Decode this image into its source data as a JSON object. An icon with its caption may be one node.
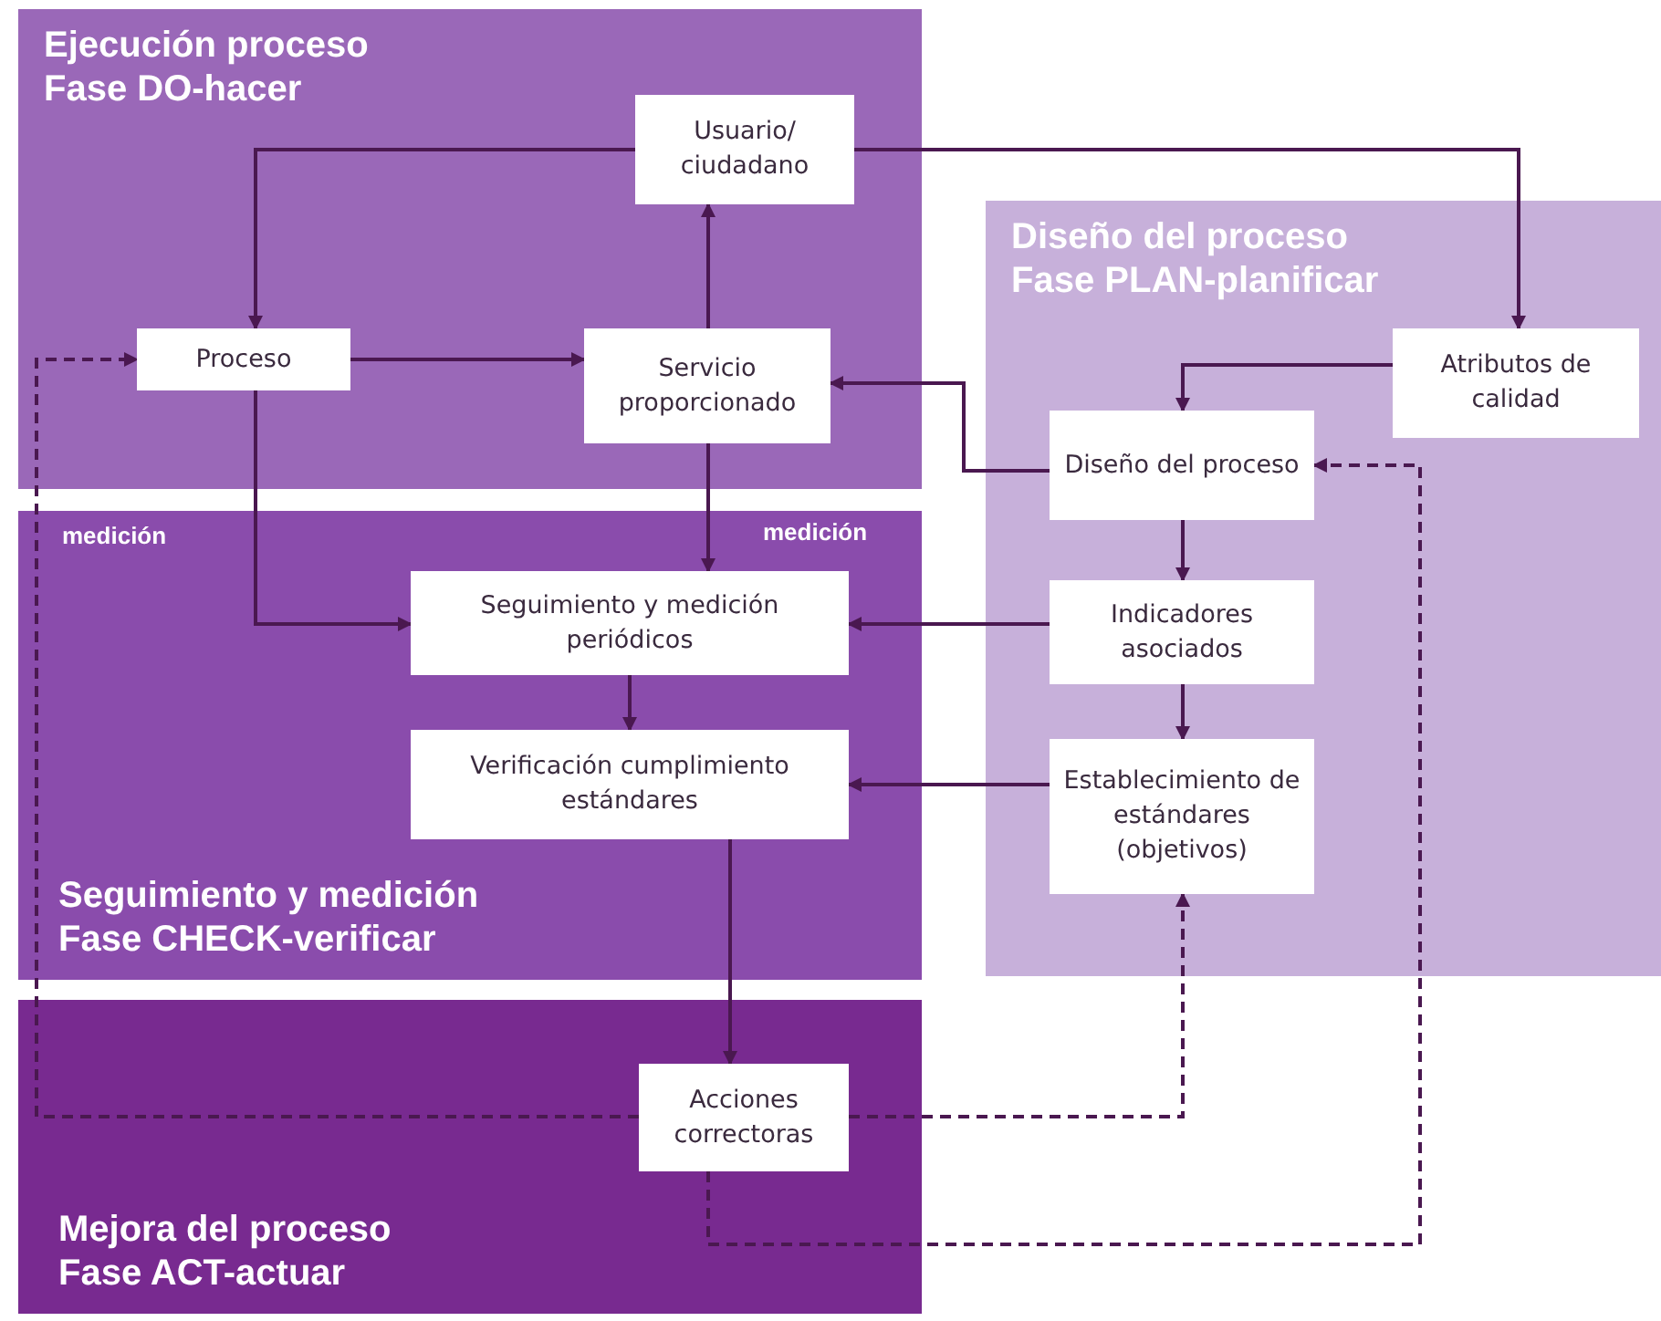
{
  "diagram": {
    "nodes": [
      {
        "text": [
          "Ejecución proceso",
          "Fase DO-hacer"
        ]
      },
      {
        "text": [
          "Usuario/ ciudadano"
        ],
        "in": 0
      },
      {
        "text": [
          "Proceso"
        ],
        "in": 0
      },
      {
        "text": [
          "Servicio proporcionado"
        ],
        "in": 0
      },
      {
        "text": [
          "Seguimiento y medición",
          "Fase CHECK-verificar"
        ]
      },
      {
        "text": [
          "Seguimiento y medición periódicos"
        ],
        "in": 4
      },
      {
        "text": [
          "Verificación cumplimiento estándares"
        ],
        "in": 4
      },
      {
        "text": [
          "Mejora del proceso",
          "Fase ACT-actuar"
        ]
      },
      {
        "text": [
          "Acciones correctoras"
        ],
        "in": 7
      },
      {
        "text": [
          "Diseño del proceso",
          "Fase PLAN-planificar"
        ]
      },
      {
        "text": [
          "Atributos de calidad"
        ],
        "in": 9
      },
      {
        "text": [
          "Diseño del proceso"
        ],
        "in": 9
      },
      {
        "text": [
          "Indicadores asociados"
        ],
        "in": 9
      },
      {
        "text": [
          "Establecimiento de estándares (objetivos)"
        ],
        "in": 9
      }
    ],
    "edges": [
      {
        "from": 1,
        "to": 2,
        "arrow": "to"
      },
      {
        "from": 1,
        "to": 10,
        "arrow": "to"
      },
      {
        "from": 2,
        "to": 3,
        "arrow": "to"
      },
      {
        "from": 3,
        "to": 1,
        "arrow": "to"
      },
      {
        "from": 2,
        "to": 5,
        "arrow": "to"
      },
      {
        "from": 3,
        "to": 5,
        "arrow": "to"
      },
      {
        "from": 10,
        "to": 11,
        "arrow": "to"
      },
      {
        "from": 11,
        "to": 3,
        "arrow": "to"
      },
      {
        "from": 11,
        "to": 12,
        "arrow": "to"
      },
      {
        "from": 12,
        "to": 13,
        "arrow": "to"
      },
      {
        "from": 12,
        "to": 5,
        "arrow": "to"
      },
      {
        "from": 13,
        "to": 6,
        "arrow": "to"
      },
      {
        "from": 5,
        "to": 6,
        "arrow": "to"
      },
      {
        "from": 6,
        "to": 8,
        "arrow": "to"
      },
      {
        "from": 8,
        "to": 2,
        "arrow": "to",
        "style": "dashed"
      },
      {
        "from": 8,
        "to": 13,
        "arrow": "to",
        "style": "dashed"
      },
      {
        "from": 8,
        "to": 11,
        "arrow": "to",
        "style": "dashed"
      }
    ],
    "labels": [
      "medición",
      "medición"
    ]
  }
}
